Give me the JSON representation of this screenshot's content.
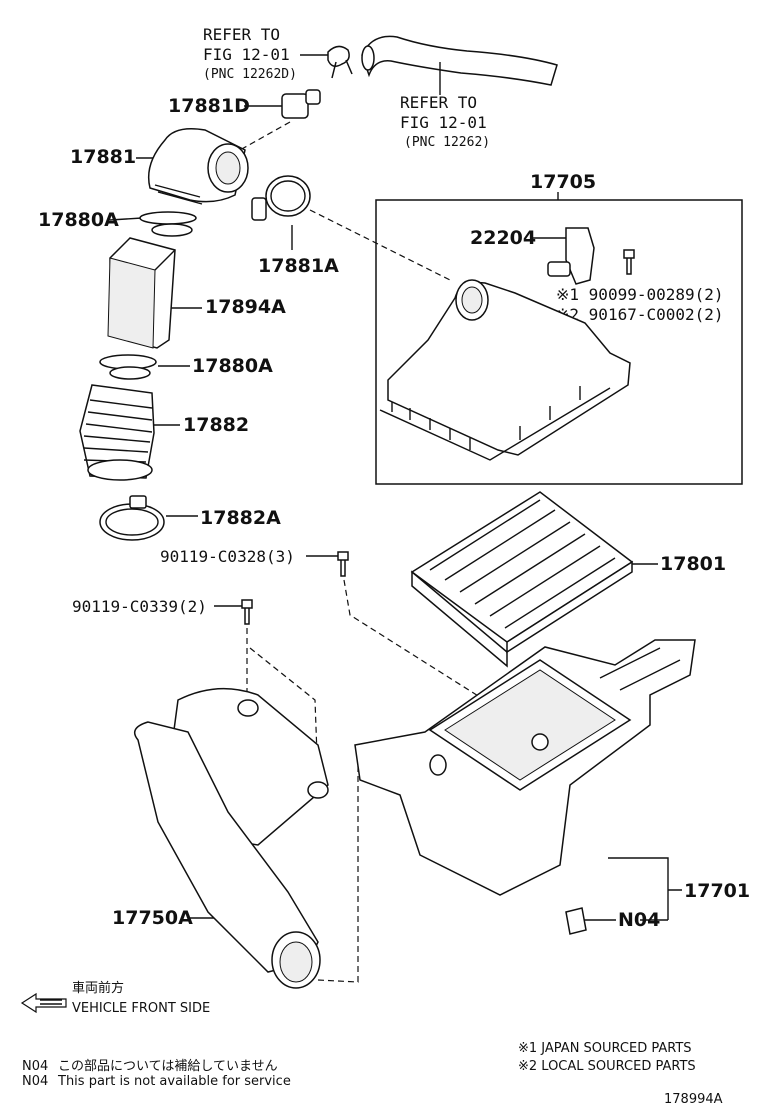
{
  "refs": {
    "ref1_line1": "REFER TO",
    "ref1_line2": "FIG 12-01",
    "ref1_line3": "(PNC 12262D)",
    "ref2_line1": "REFER TO",
    "ref2_line2": "FIG 12-01",
    "ref2_line3": "(PNC 12262)"
  },
  "parts": {
    "p17881D": "17881D",
    "p17881": "17881",
    "p17880A_top": "17880A",
    "p17881A": "17881A",
    "p17894A": "17894A",
    "p17880A_bot": "17880A",
    "p17882": "17882",
    "p17882A": "17882A",
    "p17705": "17705",
    "p22204": "22204",
    "p90099": "※1 90099-00289(2)",
    "p90167": "※2 90167-C0002(2)",
    "p17801": "17801",
    "p90119a": "90119-C0328(3)",
    "p90119b": "90119-C0339(2)",
    "p17750A": "17750A",
    "p17701": "17701",
    "pN04": "N04"
  },
  "legend": {
    "front_jp": "車両前方",
    "front_en": "VEHICLE FRONT SIDE",
    "note1": "※1 JAPAN SOURCED PARTS",
    "note2": "※2 LOCAL SOURCED PARTS",
    "n04_code1": "N04",
    "n04_jp": "この部品については補給していません",
    "n04_code2": "N04",
    "n04_en": "This part is not available for service",
    "fig_id": "178994A"
  }
}
